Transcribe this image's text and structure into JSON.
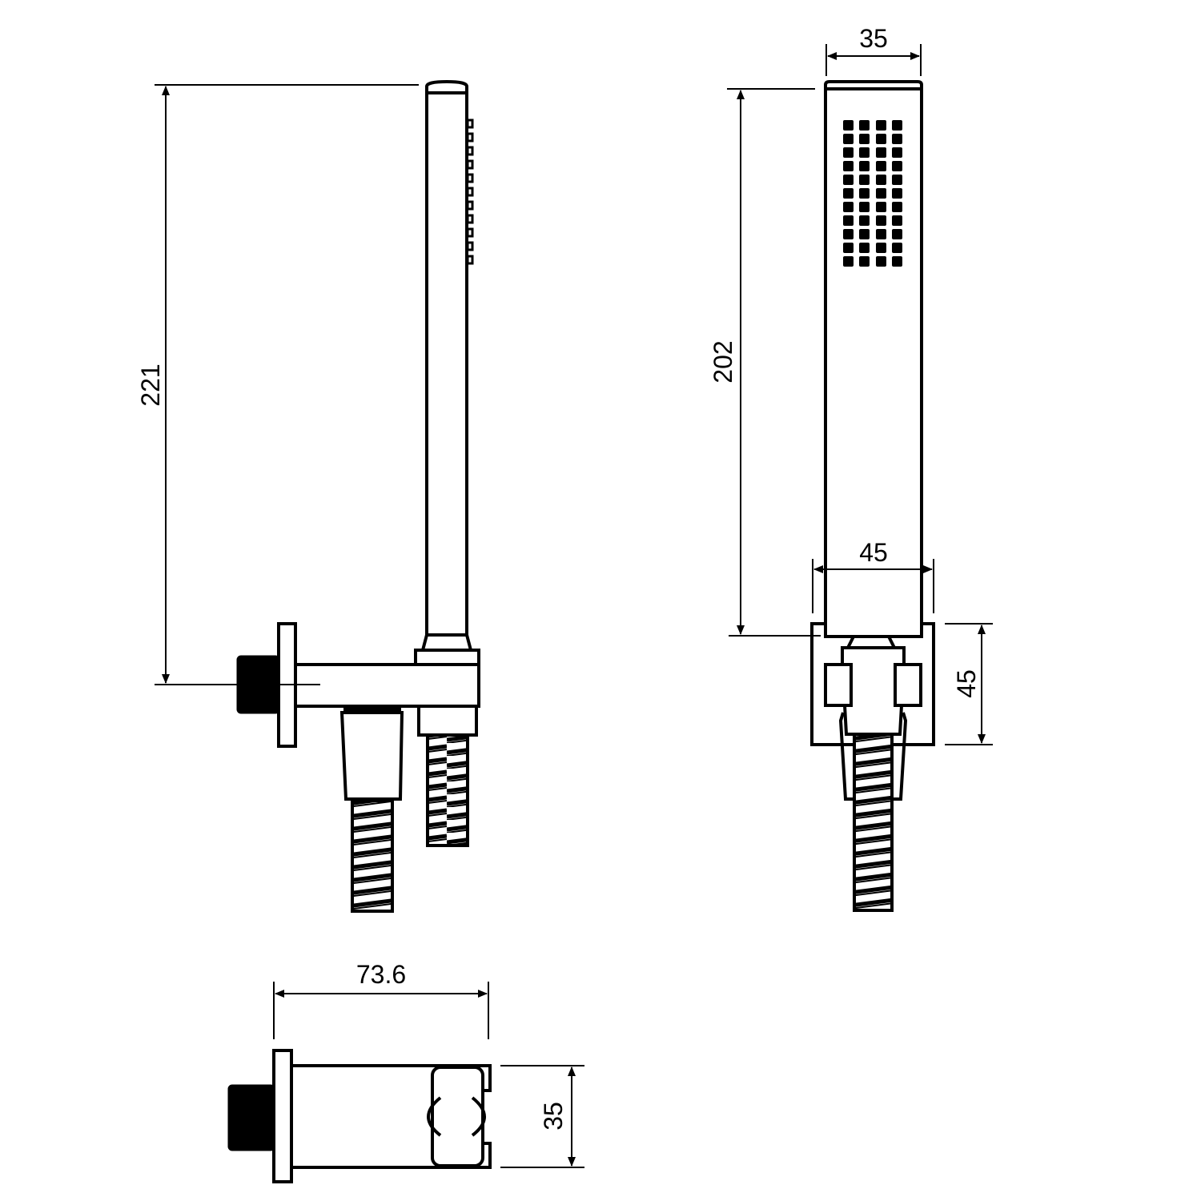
{
  "drawing": {
    "subject": "Hand shower with wall outlet bracket",
    "line_color": "#000000",
    "background": "#ffffff",
    "views": {
      "side_view": {
        "dimensions": {
          "overall_height": "221"
        }
      },
      "front_view": {
        "dimensions": {
          "handset_width": "35",
          "handset_height": "202",
          "bracket_width": "45",
          "bracket_height": "45"
        },
        "spray_nozzle_grid": {
          "columns": 4,
          "rows": 11
        }
      },
      "top_view": {
        "dimensions": {
          "projection_depth": "73.6",
          "body_width": "35"
        }
      }
    }
  }
}
